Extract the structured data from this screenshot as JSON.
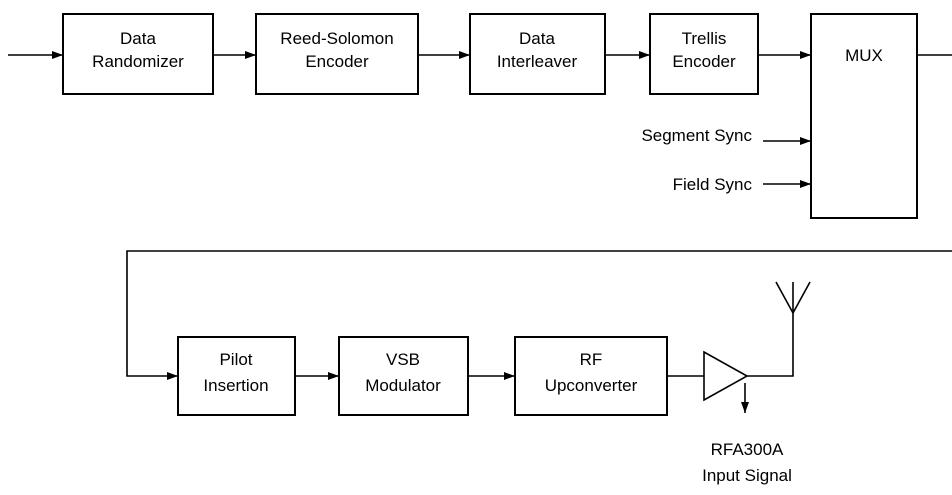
{
  "blocks": {
    "data_randomizer": [
      "Data",
      "Randomizer"
    ],
    "reed_solomon_encoder": [
      "Reed-Solomon",
      "Encoder"
    ],
    "data_interleaver": [
      "Data",
      "Interleaver"
    ],
    "trellis_encoder": [
      "Trellis",
      "Encoder"
    ],
    "mux": "MUX",
    "pilot_insertion": [
      "Pilot",
      "Insertion"
    ],
    "vsb_modulator": [
      "VSB",
      "Modulator"
    ],
    "rf_upconverter": [
      "RF",
      "Upconverter"
    ]
  },
  "inputs": {
    "segment_sync": "Segment Sync",
    "field_sync": "Field Sync"
  },
  "output": [
    "RFA300A",
    "Input Signal"
  ],
  "colors": {
    "stroke": "#000000",
    "background": "#ffffff"
  },
  "icons": {
    "amplifier": "amplifier-triangle-icon",
    "antenna": "antenna-icon"
  }
}
